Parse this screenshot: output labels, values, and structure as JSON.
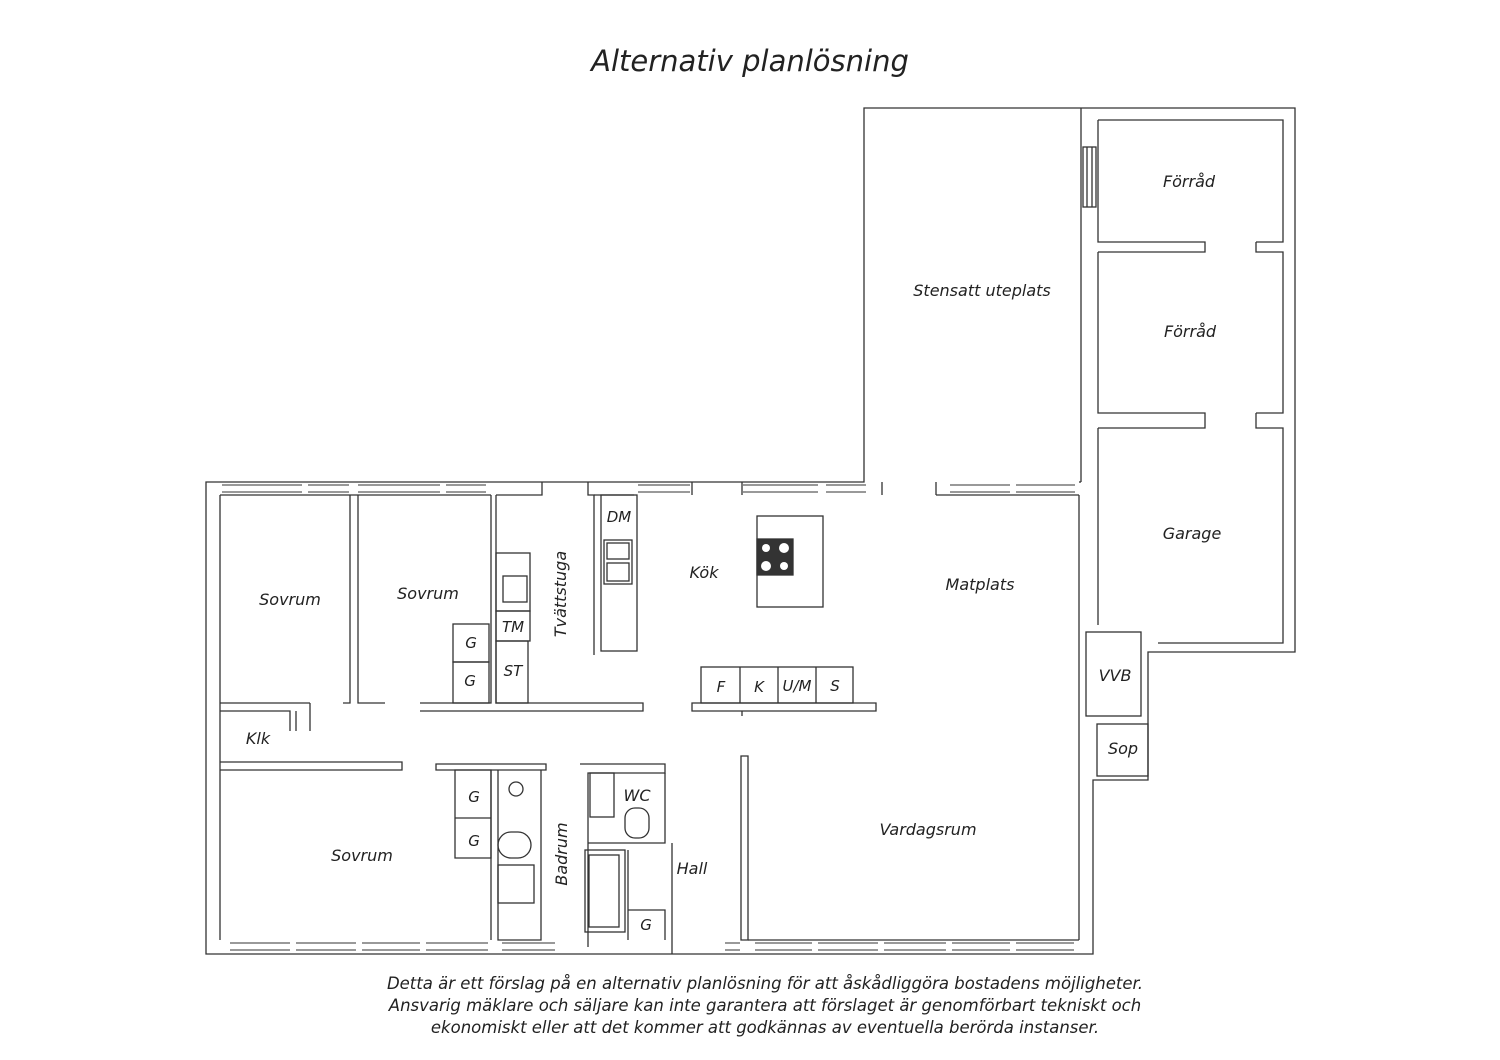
{
  "title": "Alternativ planlösning",
  "rooms": {
    "sovrum_1": "Sovrum",
    "sovrum_2": "Sovrum",
    "sovrum_3": "Sovrum",
    "klk": "Klk",
    "tvattstuga": "Tvättstuga",
    "kok": "Kök",
    "matplats": "Matplats",
    "vardagsrum": "Vardagsrum",
    "hall": "Hall",
    "badrum": "Badrum",
    "wc": "WC",
    "stensatt_uteplats": "Stensatt uteplats",
    "forrad_1": "Förråd",
    "forrad_2": "Förråd",
    "garage": "Garage",
    "vvb": "VVB",
    "sop": "Sop"
  },
  "fixtures": {
    "g1": "G",
    "g2": "G",
    "g3": "G",
    "g4": "G",
    "g5": "G",
    "tm": "TM",
    "st": "ST",
    "dm": "DM",
    "f": "F",
    "k": "K",
    "um": "U/M",
    "s": "S"
  },
  "disclaimer": [
    "Detta är ett förslag på en alternativ planlösning för att åskådliggöra bostadens möjligheter.",
    "Ansvarig mäklare och säljare kan inte garantera att förslaget är genomförbart tekniskt och",
    "ekonomiskt eller att det kommer att godkännas av eventuella berörda instanser."
  ]
}
